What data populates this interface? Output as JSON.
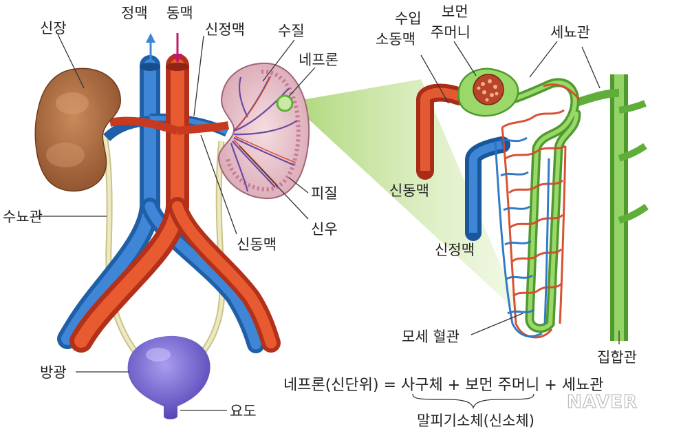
{
  "labels": {
    "kidney": "신장",
    "vein": "정맥",
    "artery": "동맥",
    "renal_vein_top": "신정맥",
    "medulla": "수질",
    "nephron": "네프론",
    "cortex": "피질",
    "renal_pelvis": "신우",
    "renal_artery_bottom": "신동맥",
    "ureter": "수뇨관",
    "bladder": "방광",
    "urethra": "요도",
    "afferent_line1": "수입",
    "afferent_line2": "소동맥",
    "bowman_line1": "보먼",
    "bowman_line2": "주머니",
    "tubule": "세뇨관",
    "renal_artery_right": "신동맥",
    "renal_vein_right": "신정맥",
    "capillary": "모세 혈관",
    "collecting_duct": "집합관"
  },
  "formula": {
    "left": "네프론(신단위) = 사구체 + 보먼 주머니 + 세뇨관",
    "bottom": "말피기소체(신소체)"
  },
  "watermark": "NAVER",
  "colors": {
    "artery": "#d8482a",
    "vein": "#2a74c4",
    "kidney": "#a3643a",
    "ureter": "#ece6b4",
    "bladder": "#7a6ad6",
    "tubule": "#7cc24a",
    "zoom": "#c6e49a"
  }
}
